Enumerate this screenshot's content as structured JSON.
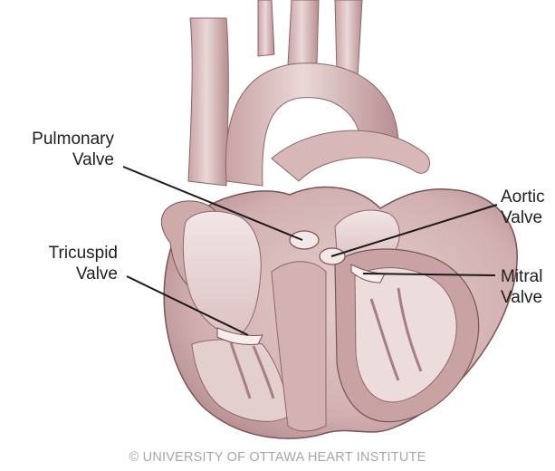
{
  "labels": {
    "pulmonary": {
      "line1": "Pulmonary",
      "line2": "Valve"
    },
    "tricuspid": {
      "line1": "Tricuspid",
      "line2": "Valve"
    },
    "aortic": {
      "line1": "Aortic",
      "line2": "Valve"
    },
    "mitral": {
      "line1": "Mitral",
      "line2": "Valve"
    }
  },
  "copyright": "© UNIVERSITY OF OTTAWA HEART INSTITUTE",
  "colors": {
    "tissue_light": "#ecd9d9",
    "tissue_mid": "#d5b3b3",
    "tissue_dark": "#a87f82",
    "outline": "#7a5357",
    "leader": "#1a1a1a"
  }
}
